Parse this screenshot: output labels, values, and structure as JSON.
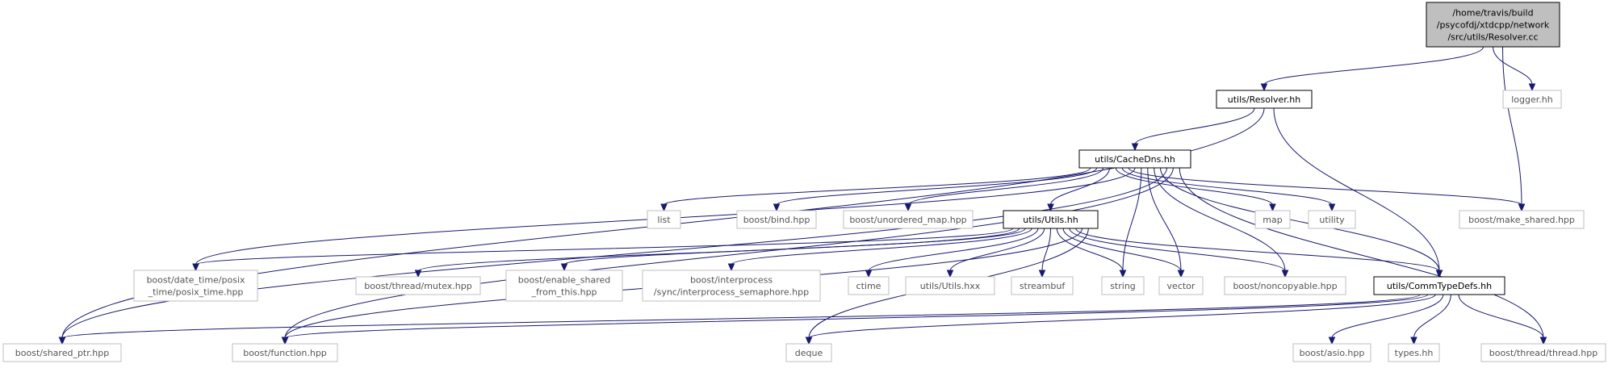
{
  "graph": {
    "nodes": [
      {
        "id": "root",
        "label_lines": [
          "/home/travis/build",
          "/psycofdj/xtdcpp/network",
          "/src/utils/Resolver.cc"
        ],
        "style": "root"
      },
      {
        "id": "resolver_hh",
        "label_lines": [
          "utils/Resolver.hh"
        ],
        "style": "local"
      },
      {
        "id": "logger_hh",
        "label_lines": [
          "logger.hh"
        ],
        "style": "external"
      },
      {
        "id": "cachedns_hh",
        "label_lines": [
          "utils/CacheDns.hh"
        ],
        "style": "local"
      },
      {
        "id": "list",
        "label_lines": [
          "list"
        ],
        "style": "external"
      },
      {
        "id": "boost_bind",
        "label_lines": [
          "boost/bind.hpp"
        ],
        "style": "external"
      },
      {
        "id": "boost_unordered_map",
        "label_lines": [
          "boost/unordered_map.hpp"
        ],
        "style": "external"
      },
      {
        "id": "utils_hh",
        "label_lines": [
          "utils/Utils.hh"
        ],
        "style": "local"
      },
      {
        "id": "map",
        "label_lines": [
          "map"
        ],
        "style": "external"
      },
      {
        "id": "utility",
        "label_lines": [
          "utility"
        ],
        "style": "external"
      },
      {
        "id": "boost_make_shared",
        "label_lines": [
          "boost/make_shared.hpp"
        ],
        "style": "external"
      },
      {
        "id": "posix_time",
        "label_lines": [
          "boost/date_time/posix",
          "_time/posix_time.hpp"
        ],
        "style": "external"
      },
      {
        "id": "mutex",
        "label_lines": [
          "boost/thread/mutex.hpp"
        ],
        "style": "external"
      },
      {
        "id": "enable_shared",
        "label_lines": [
          "boost/enable_shared",
          "_from_this.hpp"
        ],
        "style": "external"
      },
      {
        "id": "ip_semaphore",
        "label_lines": [
          "boost/interprocess",
          "/sync/interprocess_semaphore.hpp"
        ],
        "style": "external"
      },
      {
        "id": "ctime",
        "label_lines": [
          "ctime"
        ],
        "style": "external"
      },
      {
        "id": "utils_hxx",
        "label_lines": [
          "utils/Utils.hxx"
        ],
        "style": "external"
      },
      {
        "id": "streambuf",
        "label_lines": [
          "streambuf"
        ],
        "style": "external"
      },
      {
        "id": "string",
        "label_lines": [
          "string"
        ],
        "style": "external"
      },
      {
        "id": "vector",
        "label_lines": [
          "vector"
        ],
        "style": "external"
      },
      {
        "id": "noncopyable",
        "label_lines": [
          "boost/noncopyable.hpp"
        ],
        "style": "external"
      },
      {
        "id": "commtypedefs",
        "label_lines": [
          "utils/CommTypeDefs.hh"
        ],
        "style": "local"
      },
      {
        "id": "shared_ptr",
        "label_lines": [
          "boost/shared_ptr.hpp"
        ],
        "style": "external"
      },
      {
        "id": "function",
        "label_lines": [
          "boost/function.hpp"
        ],
        "style": "external"
      },
      {
        "id": "deque",
        "label_lines": [
          "deque"
        ],
        "style": "external"
      },
      {
        "id": "asio",
        "label_lines": [
          "boost/asio.hpp"
        ],
        "style": "external"
      },
      {
        "id": "types_hh",
        "label_lines": [
          "types.hh"
        ],
        "style": "external"
      },
      {
        "id": "thread",
        "label_lines": [
          "boost/thread/thread.hpp"
        ],
        "style": "external"
      }
    ],
    "edges": [
      {
        "from": "root",
        "to": "resolver_hh"
      },
      {
        "from": "root",
        "to": "logger_hh"
      },
      {
        "from": "root",
        "to": "boost_make_shared"
      },
      {
        "from": "resolver_hh",
        "to": "cachedns_hh"
      },
      {
        "from": "resolver_hh",
        "to": "shared_ptr"
      },
      {
        "from": "resolver_hh",
        "to": "commtypedefs"
      },
      {
        "from": "cachedns_hh",
        "to": "list"
      },
      {
        "from": "cachedns_hh",
        "to": "boost_bind"
      },
      {
        "from": "cachedns_hh",
        "to": "boost_unordered_map"
      },
      {
        "from": "cachedns_hh",
        "to": "utils_hh"
      },
      {
        "from": "cachedns_hh",
        "to": "map"
      },
      {
        "from": "cachedns_hh",
        "to": "utility"
      },
      {
        "from": "cachedns_hh",
        "to": "boost_make_shared"
      },
      {
        "from": "cachedns_hh",
        "to": "posix_time"
      },
      {
        "from": "cachedns_hh",
        "to": "string"
      },
      {
        "from": "cachedns_hh",
        "to": "vector"
      },
      {
        "from": "cachedns_hh",
        "to": "noncopyable"
      },
      {
        "from": "cachedns_hh",
        "to": "commtypedefs"
      },
      {
        "from": "cachedns_hh",
        "to": "shared_ptr"
      },
      {
        "from": "cachedns_hh",
        "to": "function"
      },
      {
        "from": "cachedns_hh",
        "to": "thread"
      },
      {
        "from": "utils_hh",
        "to": "posix_time"
      },
      {
        "from": "utils_hh",
        "to": "mutex"
      },
      {
        "from": "utils_hh",
        "to": "enable_shared"
      },
      {
        "from": "utils_hh",
        "to": "ip_semaphore"
      },
      {
        "from": "utils_hh",
        "to": "ctime"
      },
      {
        "from": "utils_hh",
        "to": "utils_hxx"
      },
      {
        "from": "utils_hh",
        "to": "streambuf"
      },
      {
        "from": "utils_hh",
        "to": "string"
      },
      {
        "from": "utils_hh",
        "to": "vector"
      },
      {
        "from": "utils_hh",
        "to": "noncopyable"
      },
      {
        "from": "utils_hh",
        "to": "commtypedefs"
      },
      {
        "from": "utils_hh",
        "to": "function"
      },
      {
        "from": "utils_hh",
        "to": "deque"
      },
      {
        "from": "commtypedefs",
        "to": "shared_ptr"
      },
      {
        "from": "commtypedefs",
        "to": "function"
      },
      {
        "from": "commtypedefs",
        "to": "deque"
      },
      {
        "from": "commtypedefs",
        "to": "asio"
      },
      {
        "from": "commtypedefs",
        "to": "types_hh"
      },
      {
        "from": "commtypedefs",
        "to": "thread"
      }
    ]
  },
  "styles": {
    "root": {
      "fill": "#bfbfbf",
      "stroke": "#000000",
      "text": "#000000"
    },
    "local": {
      "fill": "#ffffff",
      "stroke": "#000000",
      "text": "#000000"
    },
    "external": {
      "fill": "#ffffff",
      "stroke": "#bfbfbf",
      "text": "#555555"
    },
    "edge_color": "#191970"
  }
}
